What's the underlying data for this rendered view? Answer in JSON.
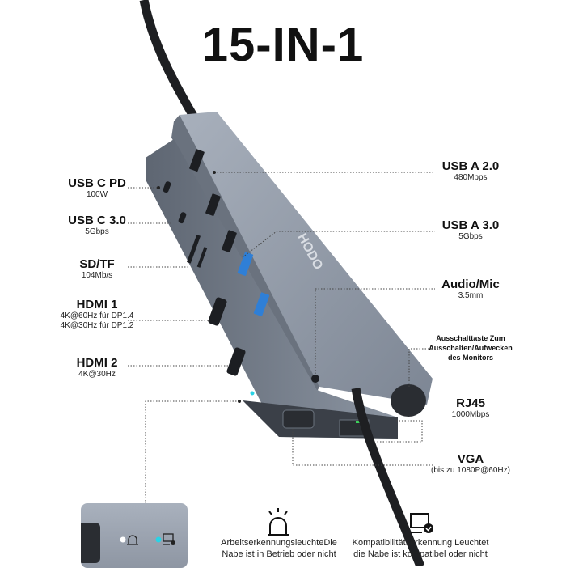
{
  "title": "15-IN-1",
  "brand": "HODO",
  "left_labels": [
    {
      "name": "USB C PD",
      "sub": [
        "100W"
      ]
    },
    {
      "name": "USB C 3.0",
      "sub": [
        "5Gbps"
      ]
    },
    {
      "name": "SD/TF",
      "sub": [
        "104Mb/s"
      ]
    },
    {
      "name": "HDMI 1",
      "sub": [
        "4K@60Hz für DP1.4",
        "4K@30Hz für DP1.2"
      ]
    },
    {
      "name": "HDMI 2",
      "sub": [
        "4K@30Hz"
      ]
    }
  ],
  "right_labels": [
    {
      "name": "USB A 2.0",
      "sub": "480Mbps"
    },
    {
      "name": "USB A 3.0",
      "sub": "5Gbps"
    },
    {
      "name": "Audio/Mic",
      "sub": "3.5mm"
    },
    {
      "name": "RJ45",
      "sub": "1000Mbps"
    },
    {
      "name": "VGA",
      "sub": "(bis zu 1080P@60Hz)"
    }
  ],
  "power_button_note": [
    "Ausschalttaste Zum",
    "Ausschalten/Aufwecken",
    "des Monitors"
  ],
  "indicators": [
    {
      "icon": "alarm-light-icon",
      "lines": [
        "ArbeitserkennungsleuchteDie",
        "Nabe ist in Betrieb oder nicht"
      ]
    },
    {
      "icon": "monitor-check-icon",
      "lines": [
        "Kompatibilitätserkennung Leuchtet",
        "die Nabe ist kompatibel oder nicht"
      ]
    }
  ],
  "colors": {
    "body": "#8f98a6",
    "port_blue": "#2f7fd6",
    "led_cyan": "#29d3e6",
    "cable": "#1e1f22"
  }
}
